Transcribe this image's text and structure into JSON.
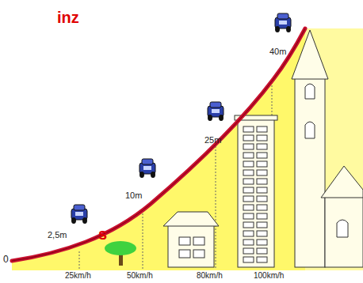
{
  "diagram": {
    "labels": [
      "inz",
      "s",
      "0",
      "2,5m",
      "10m",
      "25m",
      "40m",
      "25km/h",
      "50km/h",
      "80km/h",
      "100km/h"
    ]
  }
}
